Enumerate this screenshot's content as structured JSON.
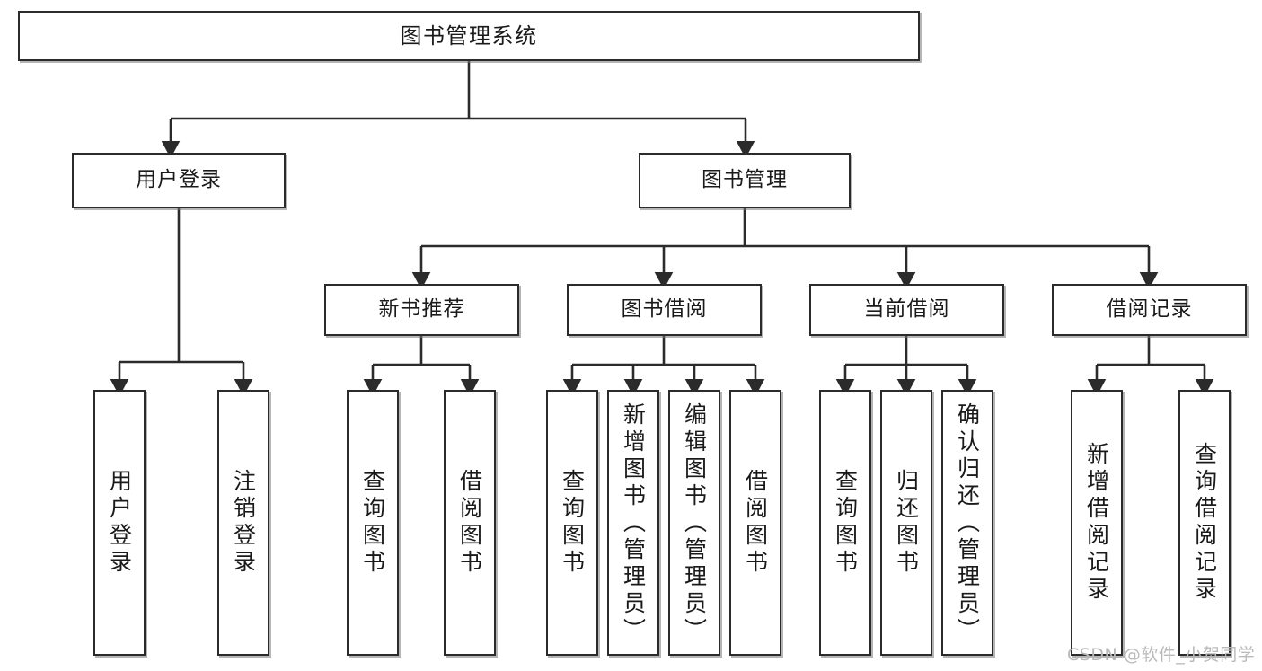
{
  "diagram": {
    "title": "图书管理系统",
    "type": "tree",
    "watermark": "CSDN @软件_小贺同学",
    "colors": {
      "box_border": "#2b2b2b",
      "box_fill": "#ffffff",
      "connector": "#2b2b2b",
      "watermark": "#b9b9b9",
      "background": "#ffffff"
    }
  },
  "nodes": {
    "root": {
      "label": "图书管理系统"
    },
    "level2": [
      {
        "label": "用户登录"
      },
      {
        "label": "图书管理"
      }
    ],
    "level3": [
      {
        "label": "新书推荐"
      },
      {
        "label": "图书借阅"
      },
      {
        "label": "当前借阅"
      },
      {
        "label": "借阅记录"
      }
    ],
    "leaves": {
      "user_login": [
        {
          "label": "用户登录"
        },
        {
          "label": "注销登录"
        }
      ],
      "new_book": [
        {
          "label": "查询图书"
        },
        {
          "label": "借阅图书"
        }
      ],
      "book_borrow": [
        {
          "label": "查询图书"
        },
        {
          "label": "新增图书（管理员）"
        },
        {
          "label": "编辑图书（管理员）"
        },
        {
          "label": "借阅图书"
        }
      ],
      "current_borrow": [
        {
          "label": "查询图书"
        },
        {
          "label": "归还图书"
        },
        {
          "label": "确认归还（管理员）"
        }
      ],
      "borrow_record": [
        {
          "label": "新增借阅记录"
        },
        {
          "label": "查询借阅记录"
        }
      ]
    }
  }
}
